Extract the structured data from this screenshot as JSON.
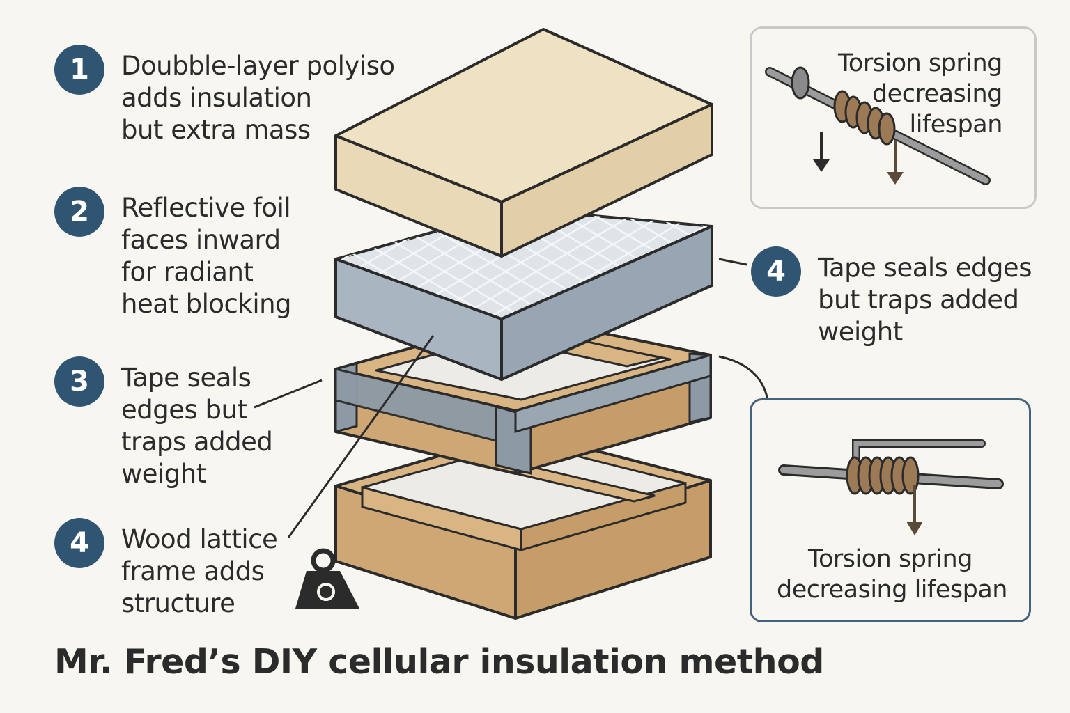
{
  "title": "Mr. Fred’s DIY cellular insulation method",
  "callouts": [
    {
      "number": "1",
      "lines": [
        "Doubble-layer polyiso",
        "adds insulation",
        "but extra mass"
      ]
    },
    {
      "number": "2",
      "lines": [
        "Reflective foil",
        "faces inward",
        "for radiant",
        "heat blocking"
      ]
    },
    {
      "number": "3",
      "lines": [
        "Tape seals",
        "edges but",
        "traps added",
        "weight"
      ]
    },
    {
      "number": "4",
      "lines": [
        "Wood lattice",
        "frame adds",
        "structure"
      ]
    },
    {
      "number": "4",
      "lines": [
        "Tape seals edges",
        "but traps added",
        "weight"
      ]
    }
  ],
  "insets": {
    "top": {
      "lines": [
        "Torsion spring",
        "decreasing",
        "lifespan"
      ]
    },
    "bottom": {
      "lines": [
        "Torsion spring",
        "decreasing lifespan"
      ]
    }
  },
  "icons": [
    "weight-icon",
    "torsion-spring-icon",
    "down-arrow-icon"
  ],
  "colors": {
    "badge": "#2f5572",
    "polyiso": "#efe2c2",
    "foil": "#a9b6c1",
    "wood": "#d8b583",
    "tape": "#8d9aa5",
    "inset_border_top": "#c9c9c9",
    "inset_border_bottom": "#44637a"
  }
}
